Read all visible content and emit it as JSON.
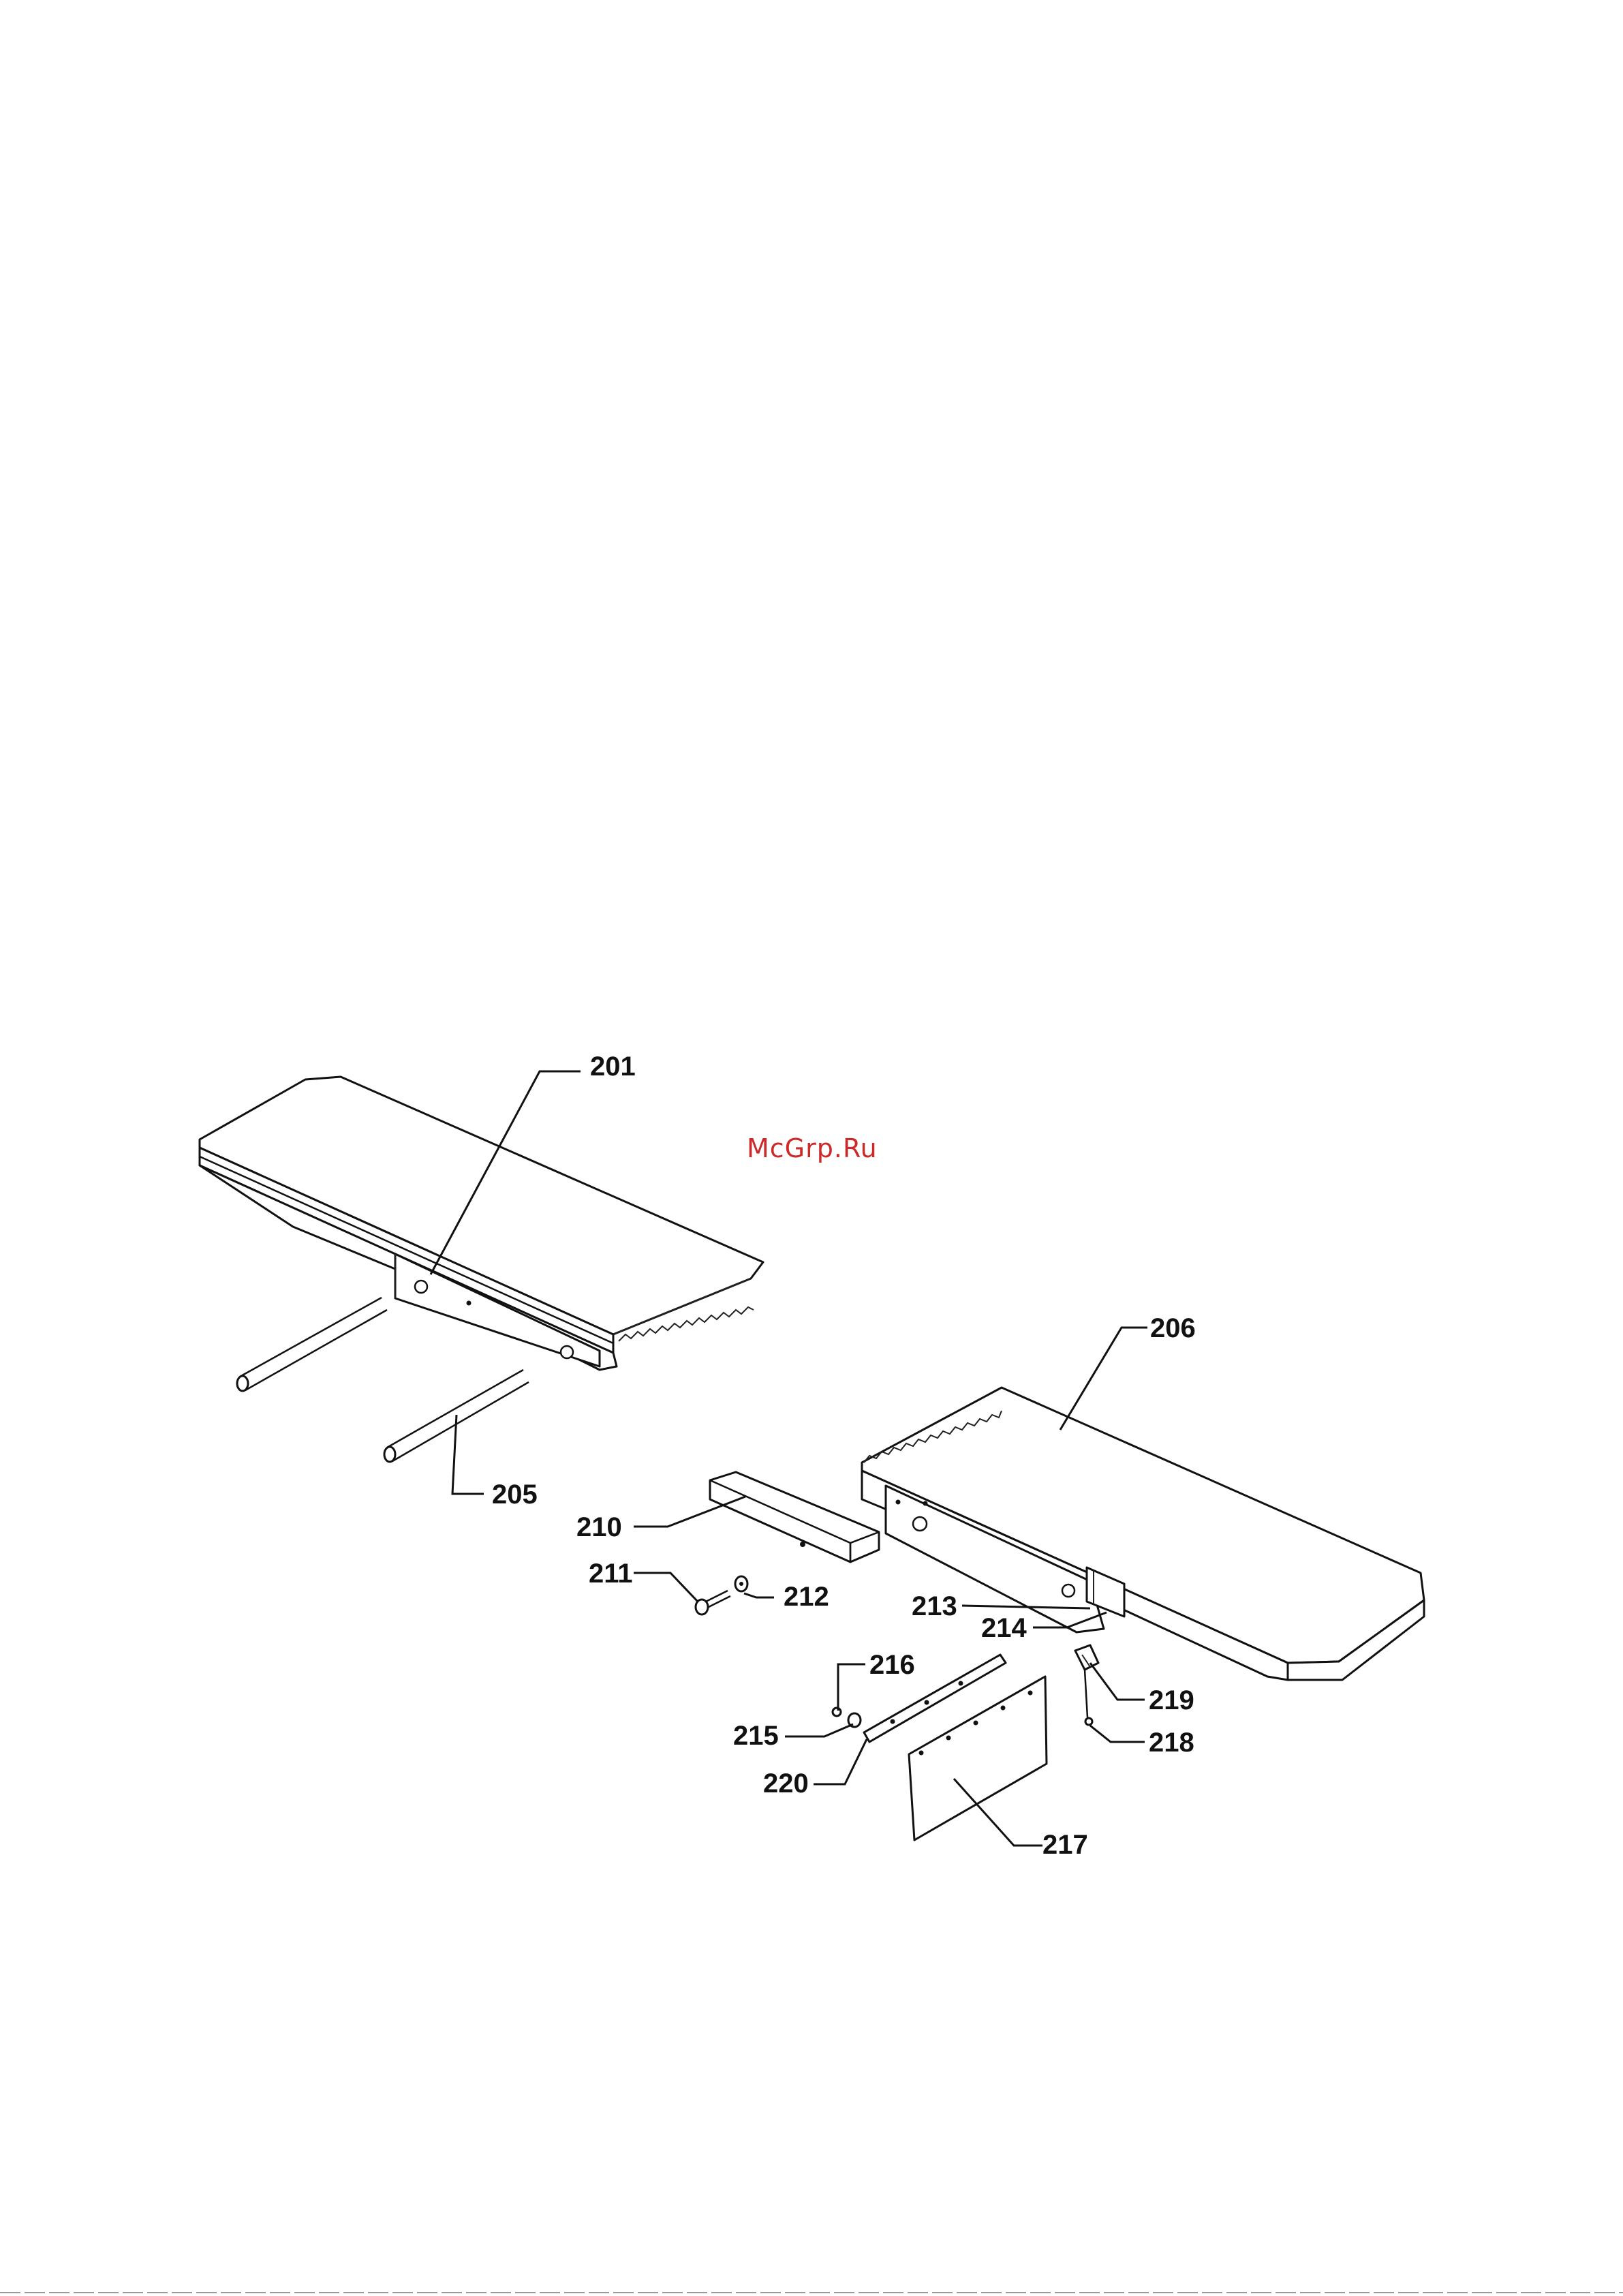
{
  "watermark": "McGrp.Ru",
  "callouts": {
    "c201": "201",
    "c205": "205",
    "c206": "206",
    "c210": "210",
    "c211": "211",
    "c212": "212",
    "c213": "213",
    "c214": "214",
    "c215": "215",
    "c216": "216",
    "c217": "217",
    "c218": "218",
    "c219": "219",
    "c220": "220"
  }
}
